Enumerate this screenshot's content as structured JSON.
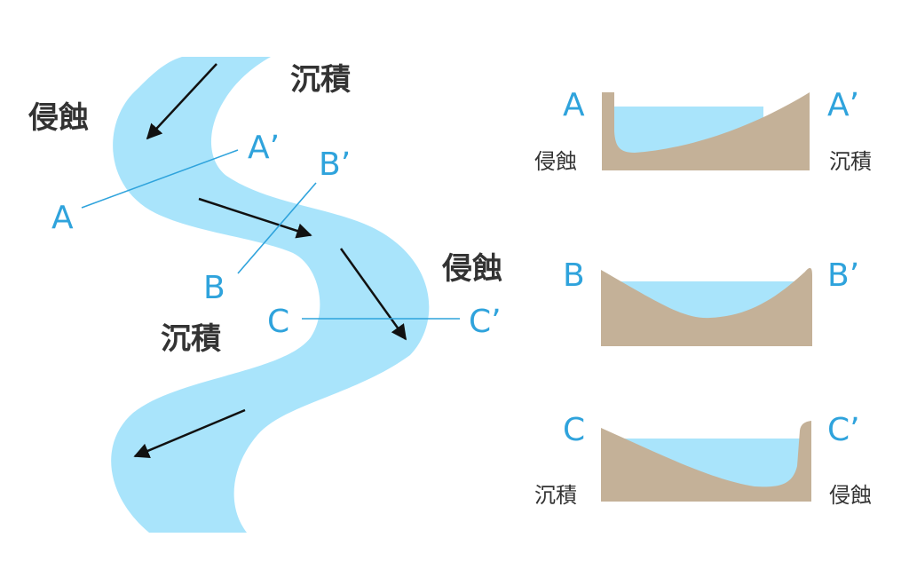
{
  "colors": {
    "river": "#a9e4fb",
    "water": "#a9e4fb",
    "land": "#c4b198",
    "cut_line": "#2fa3dc",
    "arrow": "#111111",
    "label_blue": "#2fa3dc",
    "label_dark": "#333333"
  },
  "river_map": {
    "labels": {
      "erosion_top": "侵蝕",
      "deposition_top": "沉積",
      "erosion_mid": "侵蝕",
      "deposition_mid": "沉積"
    },
    "sections": {
      "a": "A",
      "a_prime": "A’",
      "b": "B",
      "b_prime": "B’",
      "c": "C",
      "c_prime": "C’"
    }
  },
  "cross_sections": [
    {
      "left_label": "A",
      "right_label": "A’",
      "left_side": "侵蝕",
      "right_side": "沉積"
    },
    {
      "left_label": "B",
      "right_label": "B’",
      "left_side": "",
      "right_side": ""
    },
    {
      "left_label": "C",
      "right_label": "C’",
      "left_side": "沉積",
      "right_side": "侵蝕"
    }
  ]
}
